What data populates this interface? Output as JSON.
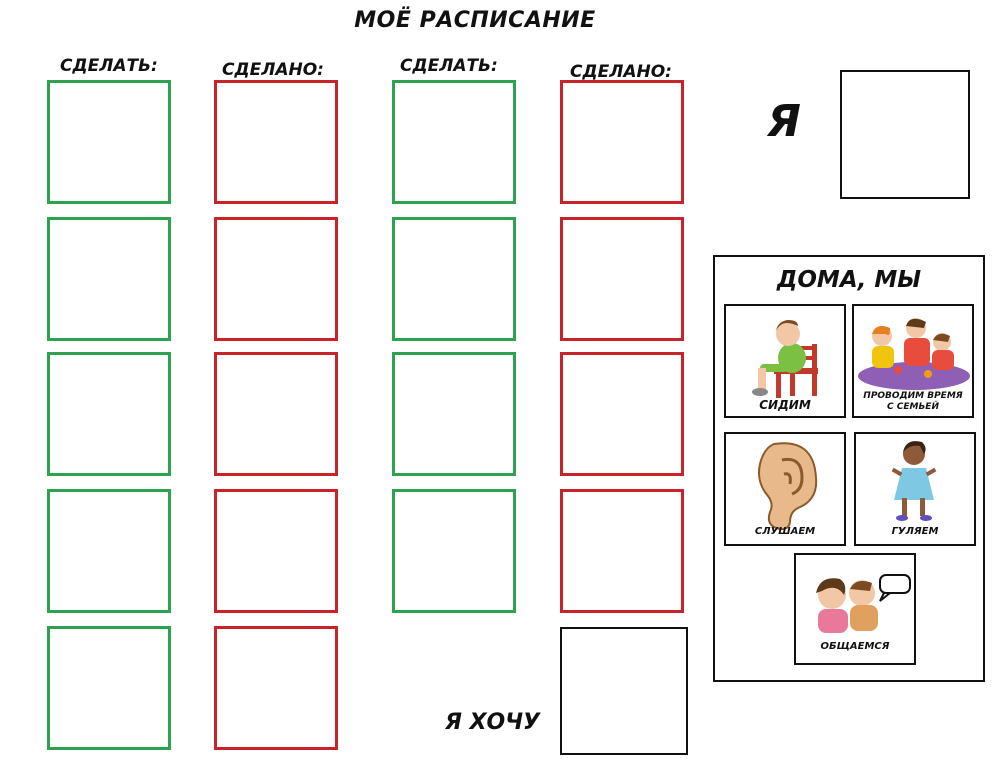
{
  "title": "МОЁ РАСПИСАНИЕ",
  "columns": [
    {
      "label": "СДЕЛАТЬ:",
      "color": "#2ea34f"
    },
    {
      "label": "СДЕЛАНО:",
      "color": "#c8232a"
    },
    {
      "label": "СДЕЛАТЬ:",
      "color": "#2ea34f"
    },
    {
      "label": "СДЕЛАНО:",
      "color": "#c8232a"
    }
  ],
  "me_label": "Я",
  "want_label": "Я ХОЧУ",
  "panel": {
    "title": "ДОМА, МЫ",
    "cards": [
      {
        "label": "СИДИМ",
        "icon": "boy-sitting-on-chair-icon"
      },
      {
        "label_line1": "ПРОВОДИМ ВРЕМЯ",
        "label_line2": "С СЕМЬЕЙ",
        "icon": "family-picnic-icon"
      },
      {
        "label": "СЛУШАЕМ",
        "icon": "ear-icon"
      },
      {
        "label": "ГУЛЯЕМ",
        "icon": "girl-walking-icon"
      },
      {
        "label": "ОБЩАЕМСЯ",
        "icon": "people-talking-icon"
      }
    ]
  }
}
